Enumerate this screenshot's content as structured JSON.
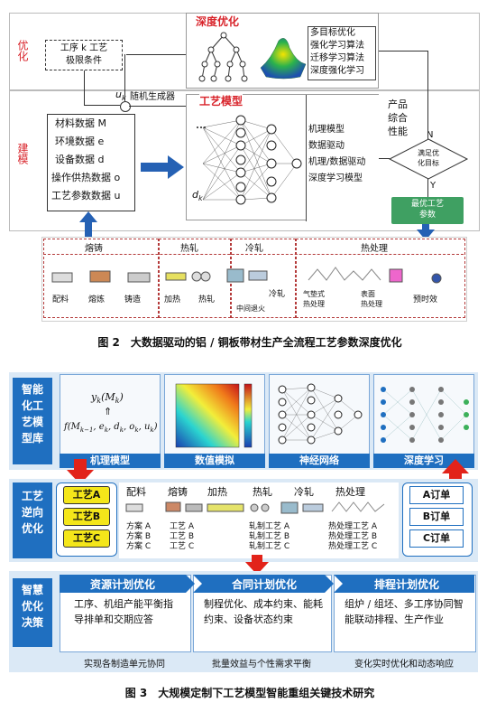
{
  "fig2": {
    "opt_label": "优化",
    "build_label": "建模",
    "limit_box": "工序 k 工艺\n极限条件",
    "deep_opt_title": "深度优化",
    "algos": [
      "多目标优化",
      "强化学习算法",
      "迁移学习算法",
      "深度强化学习"
    ],
    "uk": "u",
    "uk_sub": "k",
    "random_gen": "随机生成器",
    "process_model_title": "工艺模型",
    "data_list": [
      "材料数据 M",
      "环境数据 e",
      "设备数据 d",
      "操作供热数据 o",
      "工艺参数数据 u"
    ],
    "dk": "d",
    "dk_sub": "k",
    "model_types": [
      "机理模型",
      "数据驱动",
      "机理/数据驱动",
      "深度学习模型"
    ],
    "product_perf": "产品\n综合\n性能",
    "decision": "满足优\n化目标",
    "n_label": "N",
    "y_label": "Y",
    "best_params": "最优工艺\n参数",
    "stages": [
      "熔铸",
      "热轧",
      "冷轧",
      "热处理"
    ],
    "sub_steps": [
      "配料",
      "熔炼",
      "铸造",
      "加热",
      "热轧",
      "中间退火",
      "冷轧",
      "气垫式\n热处理",
      "表面\n热处理",
      "预时效"
    ],
    "caption": "图 2　大数据驱动的铝 / 铜板带材生产全流程工艺参数深度优化"
  },
  "fig3": {
    "left_labels": [
      "智能化工艺模型库",
      "工艺逆向优化",
      "智慧优化决策"
    ],
    "eq_top": "y",
    "eq_top_sub": "k",
    "eq_top_arg": "(M",
    "eq_top_arg_sub": "k",
    "eq_bottom": "f(M",
    "eq_bottom_sub": "k−1",
    "eq_bottom_rest": ", e",
    "model_tiles": [
      "机理模型",
      "数值模拟",
      "神经网络",
      "深度学习"
    ],
    "processes": [
      "工艺A",
      "工艺B",
      "工艺C"
    ],
    "orders": [
      "A订单",
      "B订单",
      "C订单"
    ],
    "flow_steps": [
      "配料",
      "熔铸",
      "加热",
      "热轧",
      "冷轧",
      "热处理"
    ],
    "scheme_col1": [
      "方案 A",
      "方案 B",
      "方案 C"
    ],
    "scheme_col2": [
      "工艺 A",
      "工艺 B",
      "工艺 C"
    ],
    "scheme_col3": [
      "轧制工艺 A",
      "轧制工艺 B",
      "轧制工艺 C"
    ],
    "scheme_col4": [
      "热处理工艺 A",
      "热处理工艺 B",
      "热处理工艺 C"
    ],
    "plan_titles": [
      "资源计划优化",
      "合同计划优化",
      "排程计划优化"
    ],
    "plan_bodies": [
      "工序、机组产能平衡指导排单和交期应答",
      "制程优化、成本约束、能耗约束、设备状态约束",
      "组炉 / 组坯、多工序协同智能联动排程、生产作业"
    ],
    "plan_footers": [
      "实现各制造单元协同",
      "批量效益与个性需求平衡",
      "变化实时优化和动态响应"
    ],
    "caption": "图 3　大规模定制下工艺模型智能重组关键技术研究"
  }
}
